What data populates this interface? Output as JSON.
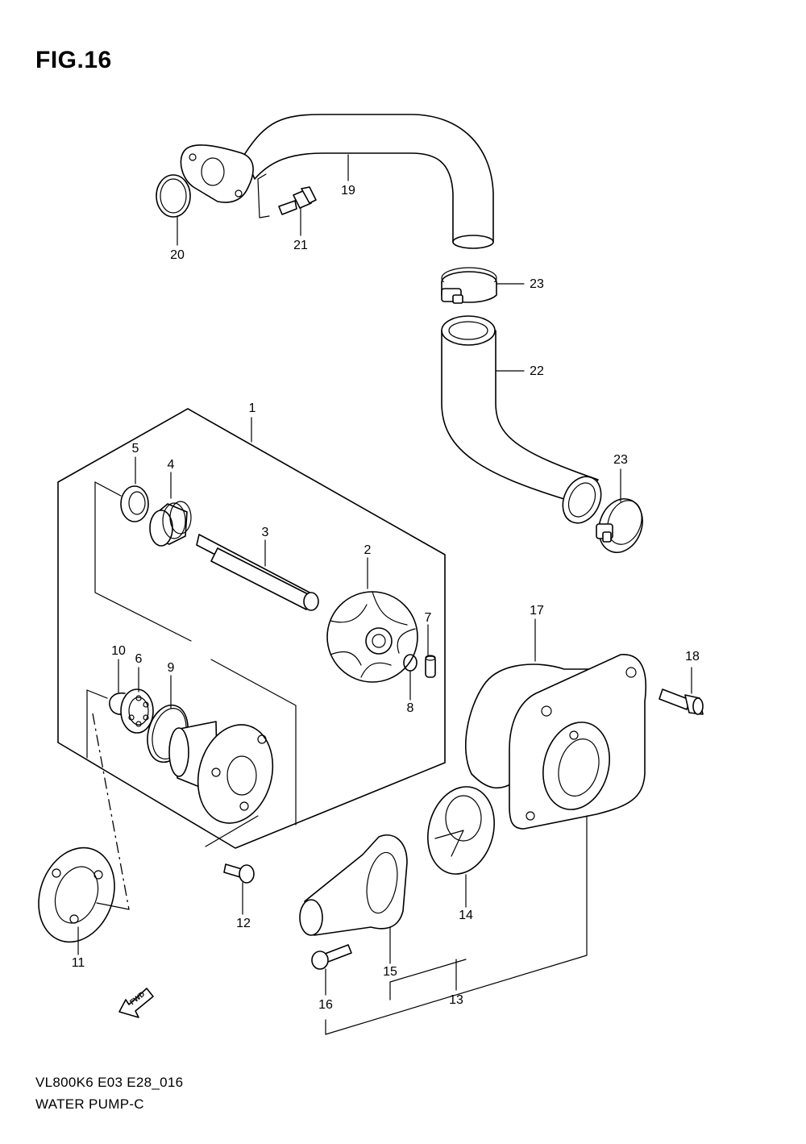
{
  "figure": {
    "title": "FIG.16"
  },
  "footer": {
    "code": "VL800K6 E03 E28_016",
    "name": "WATER PUMP-C"
  },
  "fwd_label": "FWD",
  "callouts": {
    "c1": "1",
    "c2": "2",
    "c3": "3",
    "c4": "4",
    "c5": "5",
    "c6": "6",
    "c7": "7",
    "c8": "8",
    "c9": "9",
    "c10": "10",
    "c11": "11",
    "c12": "12",
    "c13": "13",
    "c14": "14",
    "c15": "15",
    "c16": "16",
    "c17": "17",
    "c18": "18",
    "c19": "19",
    "c20": "20",
    "c21": "21",
    "c22": "22",
    "c23a": "23",
    "c23b": "23"
  }
}
